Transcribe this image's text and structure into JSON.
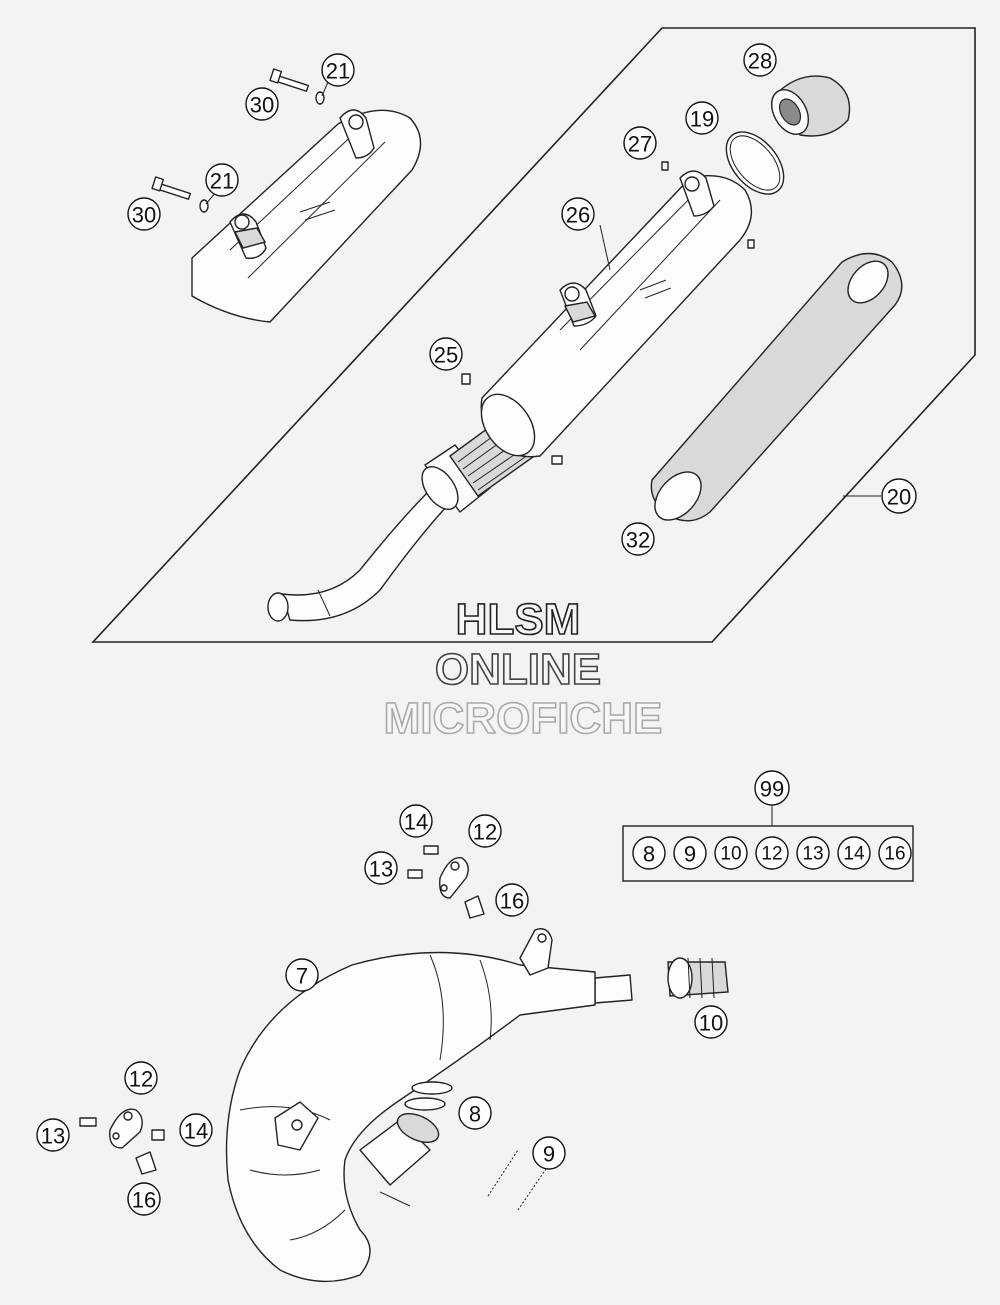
{
  "callouts": {
    "c21a": "21",
    "c30a": "30",
    "c21b": "21",
    "c30b": "30",
    "c28": "28",
    "c19": "19",
    "c27": "27",
    "c26": "26",
    "c25": "25",
    "c20": "20",
    "c32": "32",
    "c14a": "14",
    "c12a": "12",
    "c13a": "13",
    "c16a": "16",
    "c7": "7",
    "c10": "10",
    "c12b": "12",
    "c13b": "13",
    "c14b": "14",
    "c16b": "16",
    "c8": "8",
    "c9": "9",
    "c99": "99"
  },
  "kit_99": [
    "8",
    "9",
    "10",
    "12",
    "13",
    "14",
    "16"
  ],
  "watermark": {
    "line1": "HLSM",
    "line2": "ONLINE",
    "line3": "MICROFICHE"
  },
  "colors": {
    "background": "#f3f3f3",
    "line": "#222222"
  }
}
